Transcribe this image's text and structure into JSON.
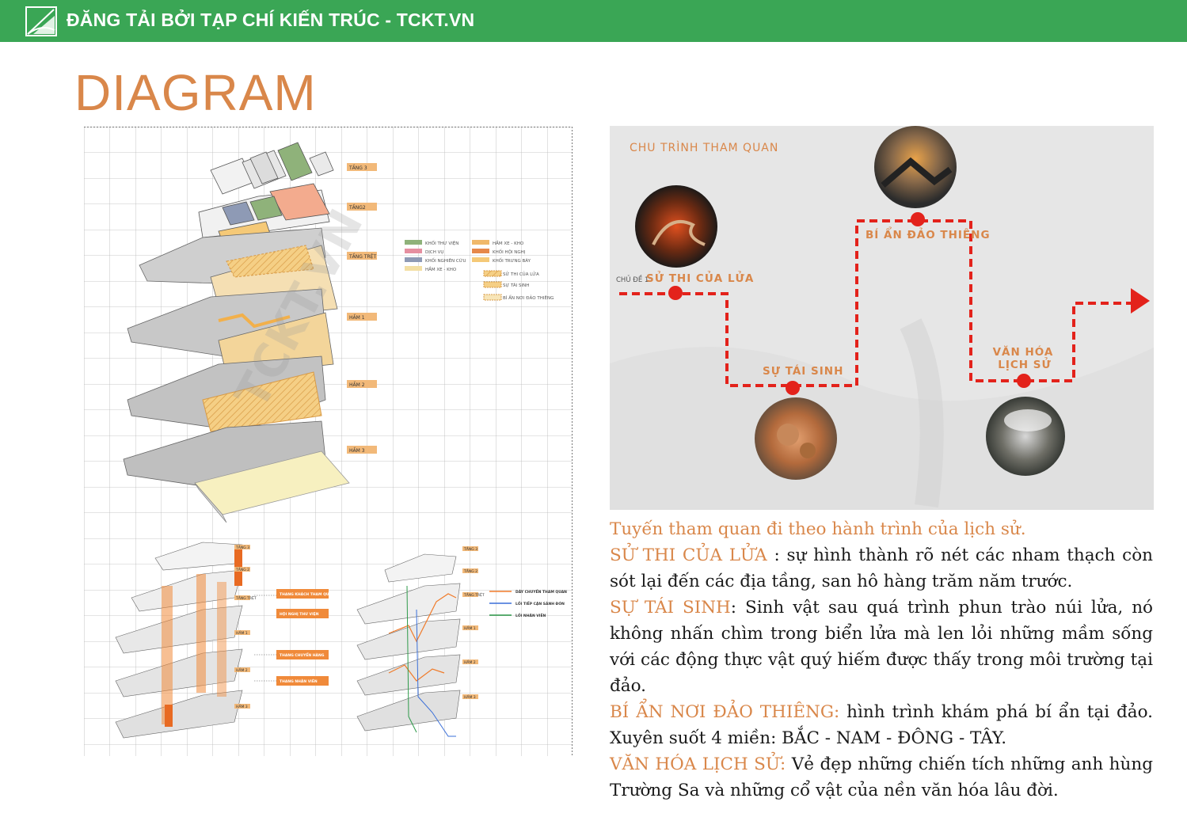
{
  "banner": {
    "title": "ĐĂNG TẢI BỞI TẠP CHÍ KIẾN TRÚC - TCKT.VN"
  },
  "page_title": "DIAGRAM",
  "colors": {
    "banner": "#3aa655",
    "accent": "#d9874a",
    "route": "#e3221b",
    "panel": "#e6e6e6"
  },
  "left": {
    "watermark": "TCKT.VN",
    "floors": [
      "TẦNG 3",
      "TẦNG2",
      "TẦNG TRỆT",
      "HẦM 1",
      "HẦM 2",
      "HẦM 3"
    ],
    "legend": {
      "left": [
        {
          "label": "KHỐI THƯ VIỆN",
          "color": "#8fb27a"
        },
        {
          "label": "DỊCH VỤ",
          "color": "#e58fa0"
        },
        {
          "label": "KHỐI NGHIÊN CỨU",
          "color": "#8e9ab5"
        },
        {
          "label": "HẦM XE - KHO",
          "color": "#f3dfa4"
        }
      ],
      "right": [
        {
          "label": "HẦM XE - KHO",
          "color": "#f0b86a"
        },
        {
          "label": "KHỐI HỘI NGHỊ",
          "color": "#e6884a"
        },
        {
          "label": "KHỐI TRƯNG BÀY",
          "color": "#f5c977"
        }
      ],
      "routes": [
        "SỬ THI CỦA LỬA",
        "SỰ TÁI SINH",
        "BÍ ẨN NƠI ĐẢO THIÊNG"
      ]
    },
    "small_left": {
      "tags": [
        "TẦNG 3",
        "TẦNG 2",
        "TẦNG TRỆT",
        "HẦM 1",
        "HẦM 2",
        "HẦM 3"
      ],
      "boxes": [
        "THANG KHÁCH THAM QUAN",
        "HỘI NGHỊ THƯ VIỆN",
        "THANG CHUYỂN HÀNG",
        "THANG NHÂN VIÊN"
      ]
    },
    "small_right": {
      "tags": [
        "TẦNG 3",
        "TẦNG 2",
        "TẦNG TRỆT",
        "HẦM 1",
        "HẦM 2",
        "HẦM 3"
      ],
      "legend": [
        {
          "label": "DÂY CHUYỀN THAM QUAN",
          "color": "#f07b2a"
        },
        {
          "label": "LỐI TIẾP CẬN SẢNH ĐÓN",
          "color": "#3a6fd8"
        },
        {
          "label": "LỐI NHÂN VIÊN",
          "color": "#2e9a4a"
        }
      ]
    }
  },
  "tour": {
    "title": "CHU TRÌNH THAM QUAN",
    "prefix": "CHỦ ĐỀ 1:",
    "stops": [
      "SỬ THI CỦA LỬA",
      "SỰ TÁI SINH",
      "BÍ ẨN ĐẢO THIÊNG",
      "VĂN HÓA",
      "LỊCH SỬ"
    ]
  },
  "description": {
    "intro": "Tuyến tham quan đi theo hành trình của lịch sử.",
    "items": [
      {
        "title": "SỬ THI CỦA LỬA",
        "text": " : sự hình thành rõ nét các nham thạch còn sót lại đến các địa tầng, san hô hàng trăm năm trước."
      },
      {
        "title": "SỰ TÁI SINH",
        "text": ": Sinh vật sau quá trình phun trào núi lửa, nó không nhấn chìm trong biển lửa mà len lỏi những mầm sống với các động thực vật quý hiếm được thấy trong môi trường tại đảo."
      },
      {
        "title": "BÍ ẨN NƠI ĐẢO THIÊNG:",
        "text": " hình trình khám phá bí ẩn tại đảo. Xuyên suốt 4 miền: BẮC - NAM - ĐÔNG - TÂY."
      },
      {
        "title": "VĂN HÓA LỊCH SỬ:",
        "text": " Vẻ đẹp những chiến tích những anh hùng Trường Sa và những cổ vật của nền văn hóa lâu đời."
      }
    ]
  }
}
